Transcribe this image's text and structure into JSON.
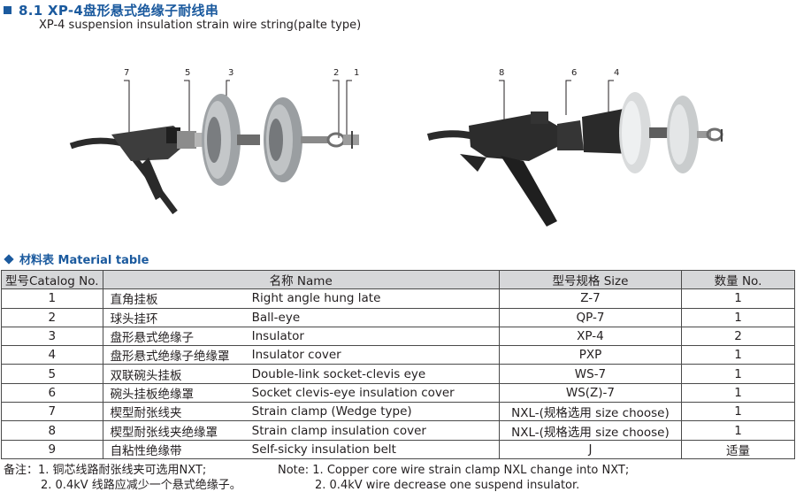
{
  "header": {
    "title": "8.1 XP-4盘形悬式绝缘子耐线串",
    "subtitle": "XP-4 suspension insulation strain wire string(palte type)"
  },
  "figure_left": {
    "callouts": [
      "7",
      "5",
      "3",
      "2",
      "1"
    ]
  },
  "figure_right": {
    "callouts": [
      "8",
      "6",
      "4"
    ]
  },
  "material_table": {
    "heading": "材料表 Material table",
    "headers": {
      "catalog": "型号Catalog No.",
      "name": "名称 Name",
      "size": "型号规格 Size",
      "qty": "数量 No."
    },
    "rows": [
      {
        "no": "1",
        "cn": "直角挂板",
        "en": "Right angle hung late",
        "size": "Z-7",
        "qty": "1"
      },
      {
        "no": "2",
        "cn": "球头挂环",
        "en": "Ball-eye",
        "size": "QP-7",
        "qty": "1"
      },
      {
        "no": "3",
        "cn": "盘形悬式绝缘子",
        "en": "Insulator",
        "size": "XP-4",
        "qty": "2"
      },
      {
        "no": "4",
        "cn": "盘形悬式绝缘子绝缘罩",
        "en": "Insulator cover",
        "size": "PXP",
        "qty": "1"
      },
      {
        "no": "5",
        "cn": "双联碗头挂板",
        "en": "Double-link socket-clevis eye",
        "size": "WS-7",
        "qty": "1"
      },
      {
        "no": "6",
        "cn": "碗头挂板绝缘罩",
        "en": "Socket clevis-eye insulation cover",
        "size": "WS(Z)-7",
        "qty": "1"
      },
      {
        "no": "7",
        "cn": "楔型耐张线夹",
        "en": "Strain clamp (Wedge type)",
        "size": "NXL-(规格选用 size choose)",
        "qty": "1"
      },
      {
        "no": "8",
        "cn": "楔型耐张线夹绝缘罩",
        "en": "Strain clamp insulation cover",
        "size": "NXL-(规格选用 size choose)",
        "qty": "1"
      },
      {
        "no": "9",
        "cn": "自粘性绝缘带",
        "en": "Self-sicky insulation belt",
        "size": "J",
        "qty": "适量"
      }
    ]
  },
  "notes": {
    "cn_line1": "备注：1. 铜芯线路耐张线夹可选用NXT;",
    "cn_line2": "2. 0.4kV 线路应减少一个悬式绝缘子。",
    "en_line1": "Note: 1. Copper core wire strain clamp NXL change into NXT;",
    "en_line2": "2. 0.4kV wire decrease one suspend insulator."
  },
  "colors": {
    "accent": "#1b5a9e",
    "header_bg": "#d6d7d9",
    "border": "#4a4a4a"
  }
}
